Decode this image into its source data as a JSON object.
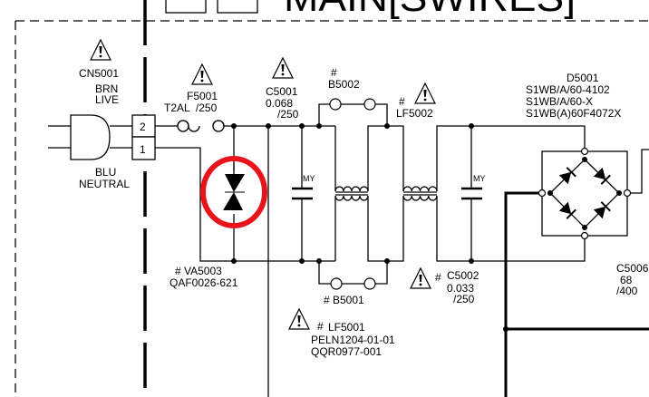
{
  "title": "MAIN[SWIRES]",
  "highlight_color": "#e8141b",
  "connector": {
    "ref": "CN5001",
    "live_color": "BRN",
    "live": "LIVE",
    "neutral_color": "BLU",
    "neutral": "NEUTRAL",
    "pin2": "2",
    "pin1": "1"
  },
  "fuse": {
    "ref": "F5001",
    "value": "T2AL  /250"
  },
  "c5001": {
    "ref": "C5001",
    "value": "0.068",
    "voltage": "/250",
    "type": "MY"
  },
  "b5002": {
    "hash": "#",
    "ref": "B5002"
  },
  "lf5002": {
    "hash": "#",
    "ref": "LF5002"
  },
  "d5001": {
    "ref": "D5001",
    "parts": [
      "S1WB/A/60-4102",
      "S1WB/A/60-X",
      "S1WB(A)60F4072X"
    ]
  },
  "va5003": {
    "ref": "# VA5003",
    "part": "QAF0026-621"
  },
  "b5001": {
    "ref": "# B5001"
  },
  "c5002": {
    "hash": "#",
    "ref": "C5002",
    "value": "0.033",
    "voltage": "/250",
    "type": "MY"
  },
  "lf5001": {
    "hash": "#",
    "ref": "LF5001",
    "parts": [
      "PELN1204-01-01",
      "QQR0977-001"
    ]
  },
  "c5006": {
    "ref": "C5006",
    "value": "68",
    "voltage": "/400"
  },
  "icons": {
    "warning": "warning-triangle-icon"
  }
}
